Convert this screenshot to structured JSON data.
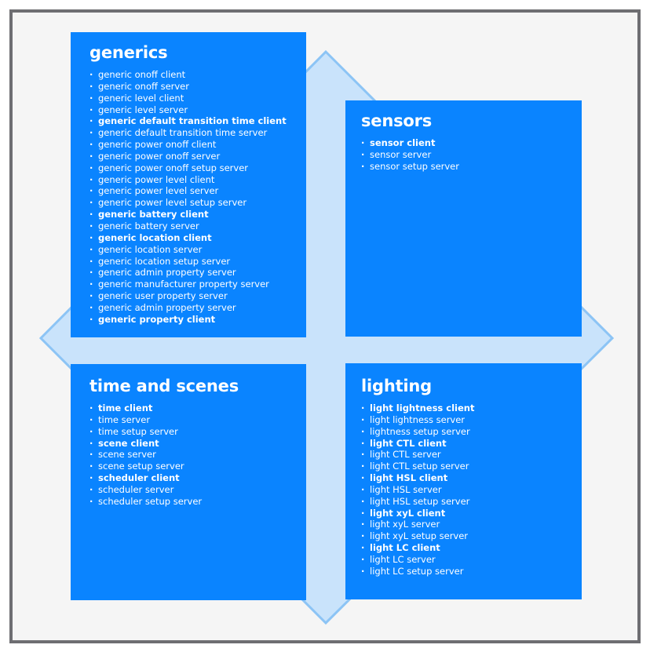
{
  "colors": {
    "panel": "#0a84ff",
    "diamond_fill": "#c9e3fb",
    "diamond_stroke": "#8cc4f5",
    "frame_border": "#6e6e72",
    "frame_background": "#f5f5f5"
  },
  "panels": {
    "generics": {
      "title": "generics",
      "items": [
        {
          "label": "generic onoff client",
          "bold": false
        },
        {
          "label": "generic onoff server",
          "bold": false
        },
        {
          "label": "generic level client",
          "bold": false
        },
        {
          "label": "generic level server",
          "bold": false
        },
        {
          "label": "generic default transition time client",
          "bold": true
        },
        {
          "label": "generic default transition time server",
          "bold": false
        },
        {
          "label": "generic power onoff client",
          "bold": false
        },
        {
          "label": "generic power onoff server",
          "bold": false
        },
        {
          "label": "generic power onoff setup server",
          "bold": false
        },
        {
          "label": "generic power level client",
          "bold": false
        },
        {
          "label": "generic power level server",
          "bold": false
        },
        {
          "label": "generic power level setup server",
          "bold": false
        },
        {
          "label": "generic battery client",
          "bold": true
        },
        {
          "label": "generic battery server",
          "bold": false
        },
        {
          "label": "generic location client",
          "bold": true
        },
        {
          "label": "generic location server",
          "bold": false
        },
        {
          "label": "generic location setup server",
          "bold": false
        },
        {
          "label": "generic admin property server",
          "bold": false
        },
        {
          "label": "generic manufacturer property server",
          "bold": false
        },
        {
          "label": "generic user property server",
          "bold": false
        },
        {
          "label": "generic admin property server",
          "bold": false
        },
        {
          "label": "generic property client",
          "bold": true
        }
      ]
    },
    "sensors": {
      "title": "sensors",
      "items": [
        {
          "label": "sensor client",
          "bold": true
        },
        {
          "label": "sensor server",
          "bold": false
        },
        {
          "label": "sensor setup server",
          "bold": false
        }
      ]
    },
    "time_and_scenes": {
      "title": "time and scenes",
      "items": [
        {
          "label": "time client",
          "bold": true
        },
        {
          "label": "time server",
          "bold": false
        },
        {
          "label": "time setup server",
          "bold": false
        },
        {
          "label": "scene client",
          "bold": true
        },
        {
          "label": "scene server",
          "bold": false
        },
        {
          "label": "scene setup server",
          "bold": false
        },
        {
          "label": "scheduler client",
          "bold": true
        },
        {
          "label": "scheduler server",
          "bold": false
        },
        {
          "label": "scheduler setup server",
          "bold": false
        }
      ]
    },
    "lighting": {
      "title": "lighting",
      "items": [
        {
          "label": "light lightness client",
          "bold": true
        },
        {
          "label": "light lightness server",
          "bold": false
        },
        {
          "label": "lightness setup server",
          "bold": false
        },
        {
          "label": "light CTL client",
          "bold": true
        },
        {
          "label": "light CTL server",
          "bold": false
        },
        {
          "label": "light CTL setup server",
          "bold": false
        },
        {
          "label": "light HSL client",
          "bold": true
        },
        {
          "label": "light HSL server",
          "bold": false
        },
        {
          "label": "light HSL setup server",
          "bold": false
        },
        {
          "label": "light xyL client",
          "bold": true
        },
        {
          "label": "light xyL server",
          "bold": false
        },
        {
          "label": "light xyL setup server",
          "bold": false
        },
        {
          "label": "light LC client",
          "bold": true
        },
        {
          "label": "light LC server",
          "bold": false
        },
        {
          "label": "light LC setup server",
          "bold": false
        }
      ]
    }
  }
}
